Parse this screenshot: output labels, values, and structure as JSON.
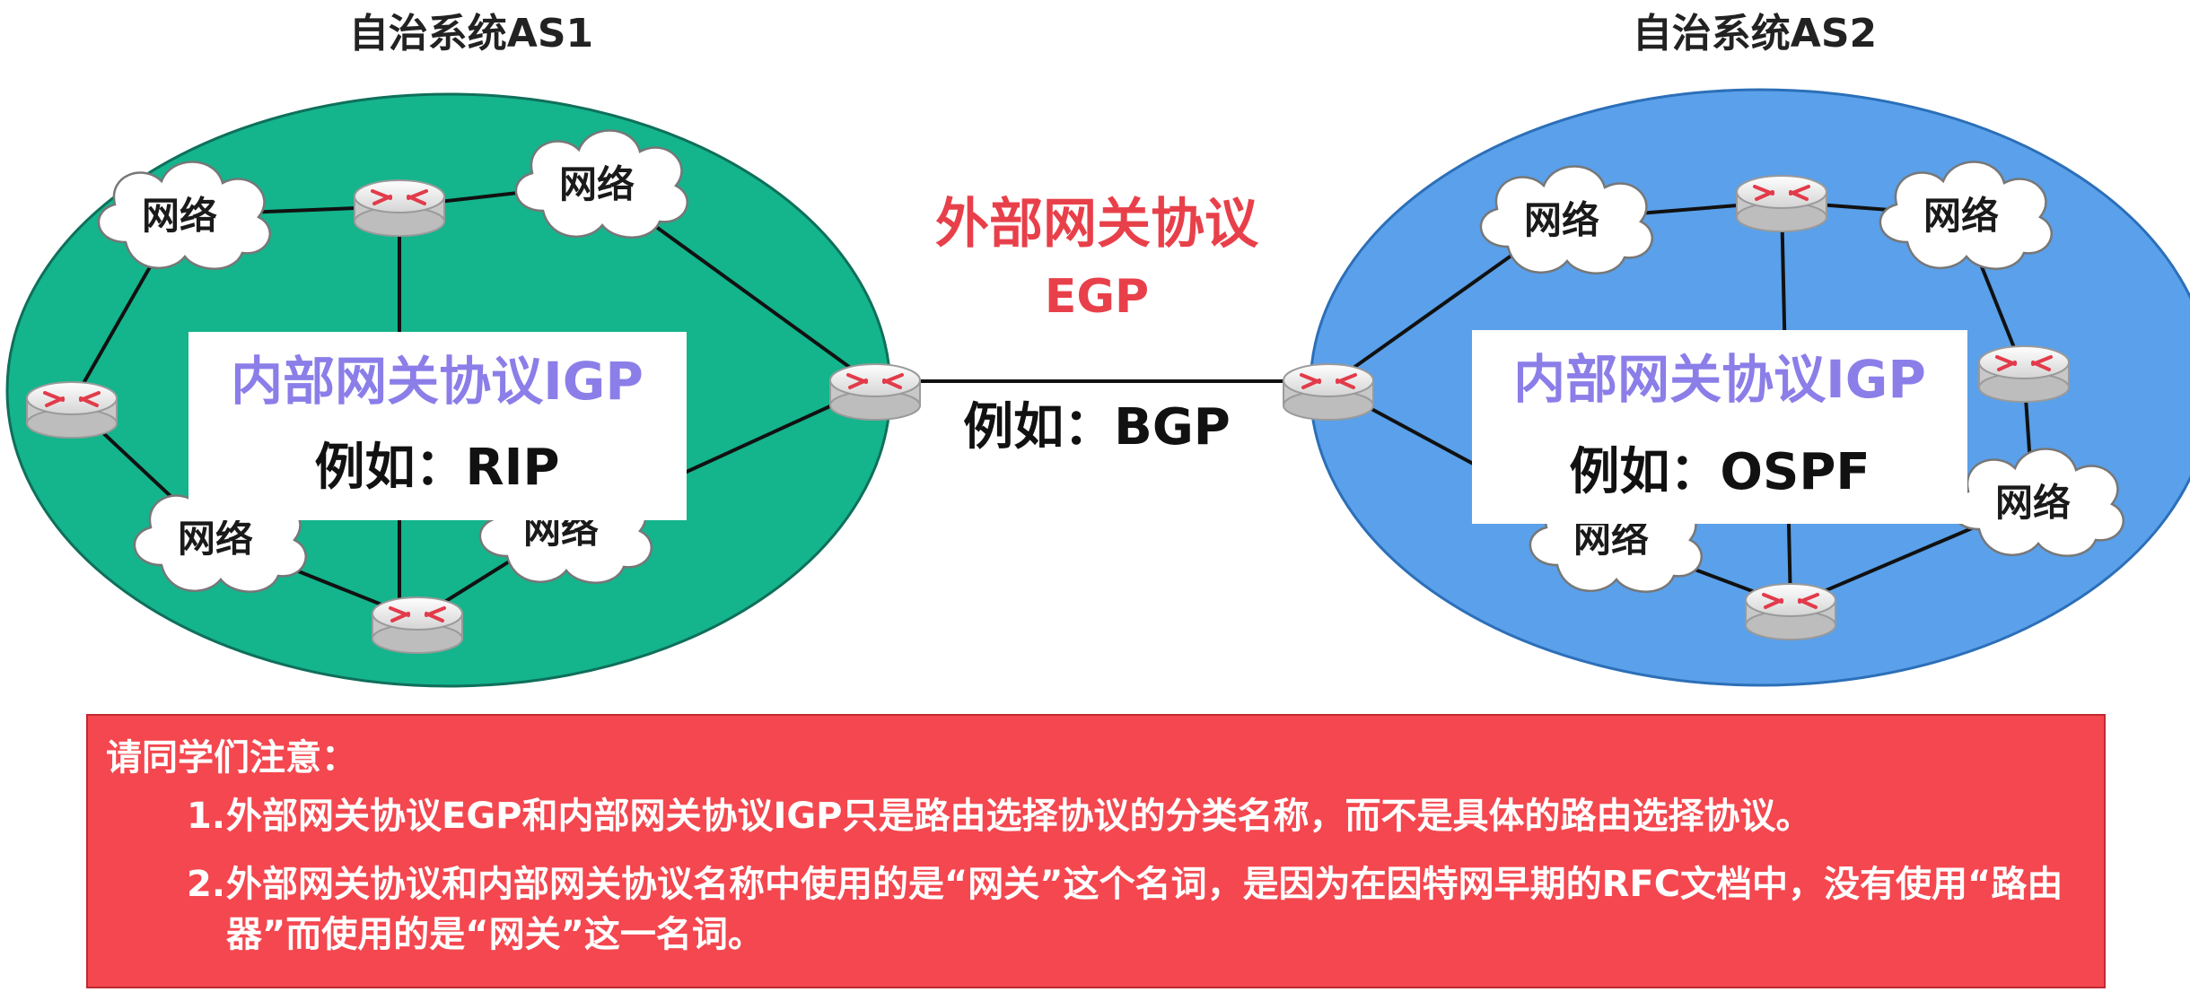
{
  "as1": {
    "title": "自治系统AS1",
    "color": "#14b48c",
    "igp_title": "内部网关协议IGP",
    "igp_example": "例如：RIP",
    "clouds": [
      "网络",
      "网络",
      "网络",
      "网络"
    ]
  },
  "as2": {
    "title": "自治系统AS2",
    "color": "#5aa0ea",
    "igp_title": "内部网关协议IGP",
    "igp_example": "例如：OSPF",
    "clouds": [
      "网络",
      "网络",
      "网络",
      "网络"
    ]
  },
  "egp": {
    "title": "外部网关协议",
    "abbr": "EGP",
    "example": "例如：BGP"
  },
  "icons": {
    "router": "router-icon",
    "cloud": "cloud-icon"
  },
  "note": {
    "title": "请同学们注意：",
    "items": [
      {
        "num": "1.",
        "text": "外部网关协议EGP和内部网关协议IGP只是路由选择协议的分类名称，而不是具体的路由选择协议。"
      },
      {
        "num": "2.",
        "text": "外部网关协议和内部网关协议名称中使用的是“网关”这个名词，是因为在因特网早期的RFC文档中，没有使用“路由器”而使用的是“网关”这一名词。"
      }
    ]
  }
}
